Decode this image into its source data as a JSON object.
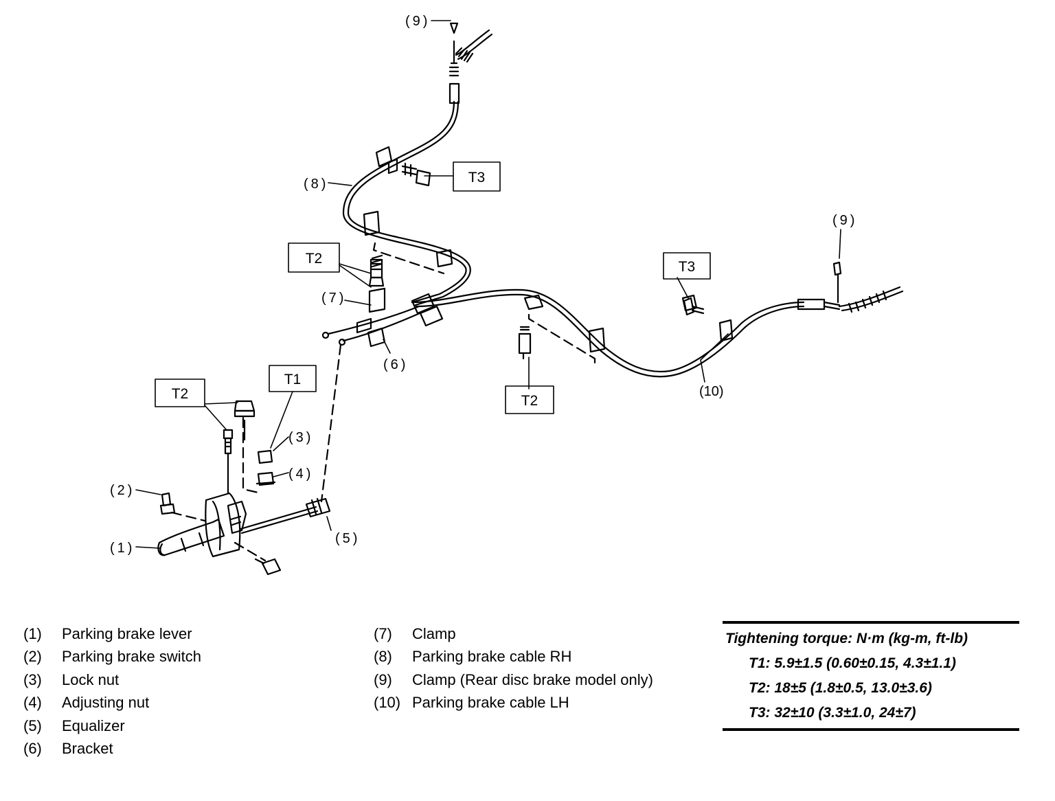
{
  "callouts": {
    "c1": "(1)",
    "c2": "(2)",
    "c3": "(3)",
    "c4": "(4)",
    "c5": "(5)",
    "c6": "(6)",
    "c7": "(7)",
    "c8": "(8)",
    "c9_top": "(9)",
    "c9_right": "(9)",
    "c10": "(10)"
  },
  "torque_boxes": {
    "t1": "T1",
    "t2_left": "T2",
    "t2_upper": "T2",
    "t2_center": "T2",
    "t3_upper": "T3",
    "t3_right": "T3"
  },
  "legend": {
    "left": [
      {
        "num": "(1)",
        "text": "Parking brake lever"
      },
      {
        "num": "(2)",
        "text": "Parking brake switch"
      },
      {
        "num": "(3)",
        "text": "Lock nut"
      },
      {
        "num": "(4)",
        "text": "Adjusting nut"
      },
      {
        "num": "(5)",
        "text": "Equalizer"
      },
      {
        "num": "(6)",
        "text": "Bracket"
      }
    ],
    "mid": [
      {
        "num": "(7)",
        "text": "Clamp"
      },
      {
        "num": "(8)",
        "text": "Parking brake cable RH"
      },
      {
        "num": "(9)",
        "text": "Clamp (Rear disc brake model only)"
      },
      {
        "num": "(10)",
        "text": "Parking brake cable LH"
      }
    ]
  },
  "torque_table": {
    "title": "Tightening torque: N·m (kg-m, ft-lb)",
    "rows": [
      "T1: 5.9±1.5 (0.60±0.15, 4.3±1.1)",
      "T2: 18±5 (1.8±0.5, 13.0±3.6)",
      "T3: 32±10 (3.3±1.0, 24±7)"
    ]
  }
}
